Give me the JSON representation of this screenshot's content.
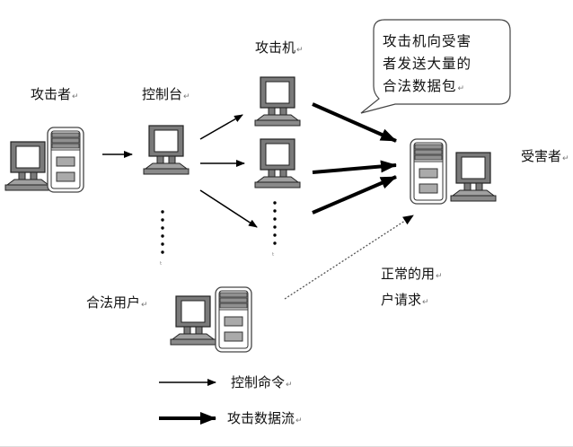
{
  "diagram": {
    "title": "DDoS attack topology",
    "nodes": {
      "attacker": {
        "label": "攻击者"
      },
      "console": {
        "label": "控制台"
      },
      "zombies": {
        "label": "攻击机"
      },
      "victim": {
        "label": "受害者"
      },
      "legit_user": {
        "label": "合法用户"
      }
    },
    "callout": {
      "lines": [
        "攻击机向受害",
        "者发送大量的",
        "合法数据包"
      ]
    },
    "normal_request_label": {
      "lines": [
        "正常的用",
        "户请求"
      ]
    },
    "legend": [
      {
        "style": "thin-arrow",
        "label": "控制命令"
      },
      {
        "style": "thick-arrow",
        "label": "攻击数据流"
      }
    ],
    "paragraph_mark": "↵",
    "ellipsis_mark": "⋮",
    "colors": {
      "monitor_frame": "#7a7a7a",
      "screen": "#ffffff",
      "base": "#9a9a9a",
      "tower_slot": "#a8a8a8",
      "line": "#000000",
      "dotted": "#666666"
    }
  }
}
